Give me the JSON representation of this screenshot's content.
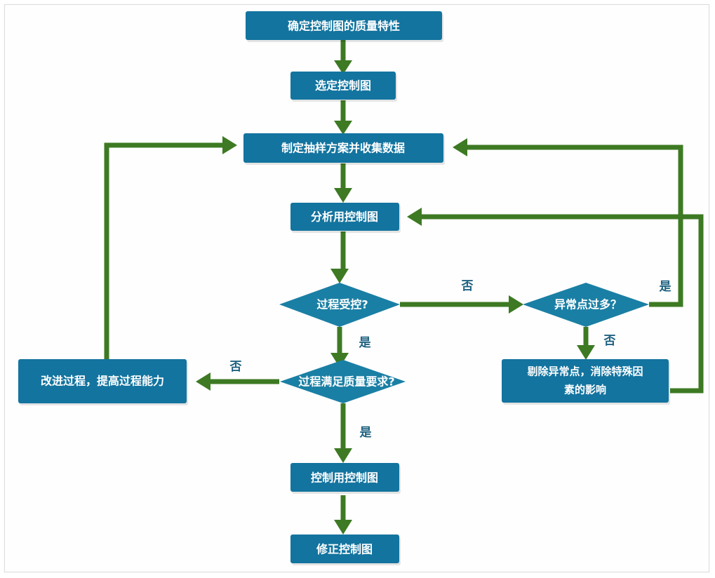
{
  "diagram": {
    "title_text_present": false,
    "colors": {
      "node_fill": "#13749F",
      "diamond_fill": "#1A7FA4",
      "edge": "#3D7A23",
      "edge_label_text": "#1F6180",
      "node_label_text": "#FFFFFF",
      "canvas_background": "#FFFFFF",
      "frame_border": "#DCDCDC"
    },
    "nodes": [
      {
        "id": "n1",
        "type": "process",
        "label": "确定控制图的质量特性",
        "lines": [
          "确定控制图的质量特性"
        ]
      },
      {
        "id": "n2",
        "type": "process",
        "label": "选定控制图",
        "lines": [
          "选定控制图"
        ]
      },
      {
        "id": "n3",
        "type": "process",
        "label": "制定抽样方案并收集数据",
        "lines": [
          "制定抽样方案并收集数据"
        ]
      },
      {
        "id": "n4",
        "type": "process",
        "label": "分析用控制图",
        "lines": [
          "分析用控制图"
        ]
      },
      {
        "id": "d1",
        "type": "decision",
        "label": "过程受控?",
        "lines": [
          "过程受控?"
        ]
      },
      {
        "id": "d2",
        "type": "decision",
        "label": "异常点过多？",
        "lines": [
          "异常点过多？"
        ]
      },
      {
        "id": "d3",
        "type": "decision",
        "label": "过程满足质量要求?",
        "lines": [
          "过程满足质量要求?"
        ]
      },
      {
        "id": "n5",
        "type": "process",
        "label": "改进过程，提高过程能力",
        "lines": [
          "改进过程，提高过程能力"
        ]
      },
      {
        "id": "n6",
        "type": "process",
        "label": "剔除异常点，消除特殊因素的影响",
        "lines": [
          "剔除异常点，消除特殊因",
          "素的影响"
        ]
      },
      {
        "id": "n7",
        "type": "process",
        "label": "控制用控制图",
        "lines": [
          "控制用控制图"
        ]
      },
      {
        "id": "n8",
        "type": "process",
        "label": "修正控制图",
        "lines": [
          "修正控制图"
        ]
      }
    ],
    "edge_labels": {
      "d1_no": "否",
      "d1_yes": "是",
      "d2_yes": "是",
      "d2_no": "否",
      "d3_no": "否",
      "d3_yes": "是"
    },
    "edges": [
      {
        "from": "n1",
        "to": "n2",
        "label": ""
      },
      {
        "from": "n2",
        "to": "n3",
        "label": ""
      },
      {
        "from": "n3",
        "to": "n4",
        "label": ""
      },
      {
        "from": "n4",
        "to": "d1",
        "label": ""
      },
      {
        "from": "d1",
        "to": "d2",
        "label": "否"
      },
      {
        "from": "d1",
        "to": "d3",
        "label": "是"
      },
      {
        "from": "d2",
        "to": "n3",
        "label": "是"
      },
      {
        "from": "d2",
        "to": "n6",
        "label": "否"
      },
      {
        "from": "n6",
        "to": "n4",
        "label": ""
      },
      {
        "from": "d3",
        "to": "n5",
        "label": "否"
      },
      {
        "from": "d3",
        "to": "n7",
        "label": "是"
      },
      {
        "from": "n5",
        "to": "n3",
        "label": ""
      },
      {
        "from": "n7",
        "to": "n8",
        "label": ""
      }
    ]
  }
}
